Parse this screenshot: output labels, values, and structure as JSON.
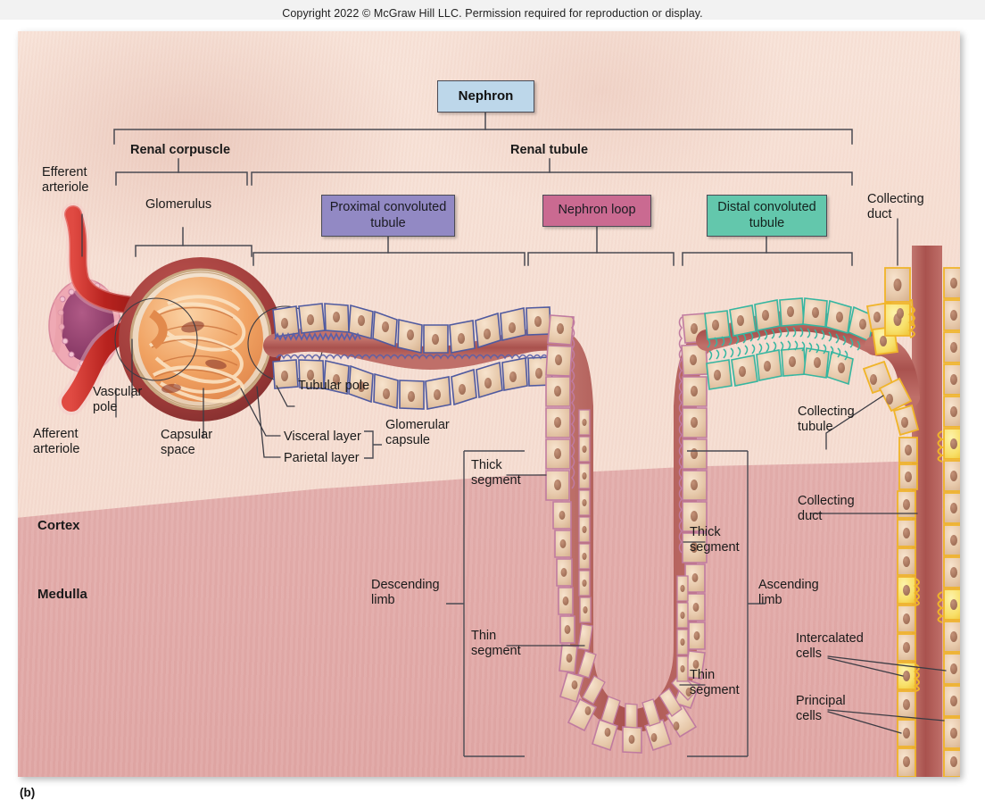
{
  "copyright": "Copyright 2022 © McGraw Hill LLC. Permission required for reproduction or display.",
  "figure": {
    "caption": "(b)",
    "title": "Nephron"
  },
  "flowchart": {
    "root": {
      "label": "Nephron",
      "color": "#bdd7ea"
    },
    "tier1": [
      {
        "label": "Renal corpuscle"
      },
      {
        "label": "Renal tubule"
      }
    ],
    "tier2": [
      {
        "label": "Proximal convoluted\ntubule",
        "color": "#9289c4"
      },
      {
        "label": "Nephron loop",
        "color": "#ca6a91"
      },
      {
        "label": "Distal convoluted\ntubule",
        "color": "#63c7ac"
      }
    ]
  },
  "zones": [
    {
      "label": "Cortex"
    },
    {
      "label": "Medulla"
    }
  ],
  "labels": {
    "efferent_arteriole": "Efferent\narteriole",
    "afferent_arteriole": "Afferent\narteriole",
    "glomerulus": "Glomerulus",
    "vascular_pole": "Vascular\npole",
    "capsular_space": "Capsular\nspace",
    "tubular_pole": "Tubular pole",
    "visceral_layer": "Visceral layer",
    "parietal_layer": "Parietal layer",
    "glomerular_capsule": "Glomerular\ncapsule",
    "thick_segment_descending": "Thick\nsegment",
    "thin_segment_descending": "Thin\nsegment",
    "thick_segment_ascending": "Thick\nsegment",
    "thin_segment_ascending": "Thin\nsegment",
    "descending_limb": "Descending\nlimb",
    "ascending_limb": "Ascending\nlimb",
    "collecting_duct_top": "Collecting\nduct",
    "collecting_tubule": "Collecting\ntubule",
    "collecting_duct_lower": "Collecting\nduct",
    "intercalated_cells": "Intercalated\ncells",
    "principal_cells": "Principal\ncells"
  },
  "colors": {
    "background": "#f6ded2",
    "cortex": "#f6ded2",
    "medulla": "#e2abaa",
    "nephron_box": "#bdd7ea",
    "pct_box": "#9289c4",
    "loop_box": "#ca6a91",
    "dct_box": "#63c7ac",
    "pct_outline": "#4f5aa0",
    "loop_outline": "#c07ba0",
    "dct_outline": "#35b6a0",
    "collecting_outline": "#f0b429",
    "intercalated_cell": "#f7dd5a",
    "lumen": "#b5635e",
    "glomerulus": "#e8884f",
    "capsule": "#a8403f",
    "arteriole": "#c62828",
    "bracket": "#4a4a52",
    "leader": "#4a4a52"
  }
}
